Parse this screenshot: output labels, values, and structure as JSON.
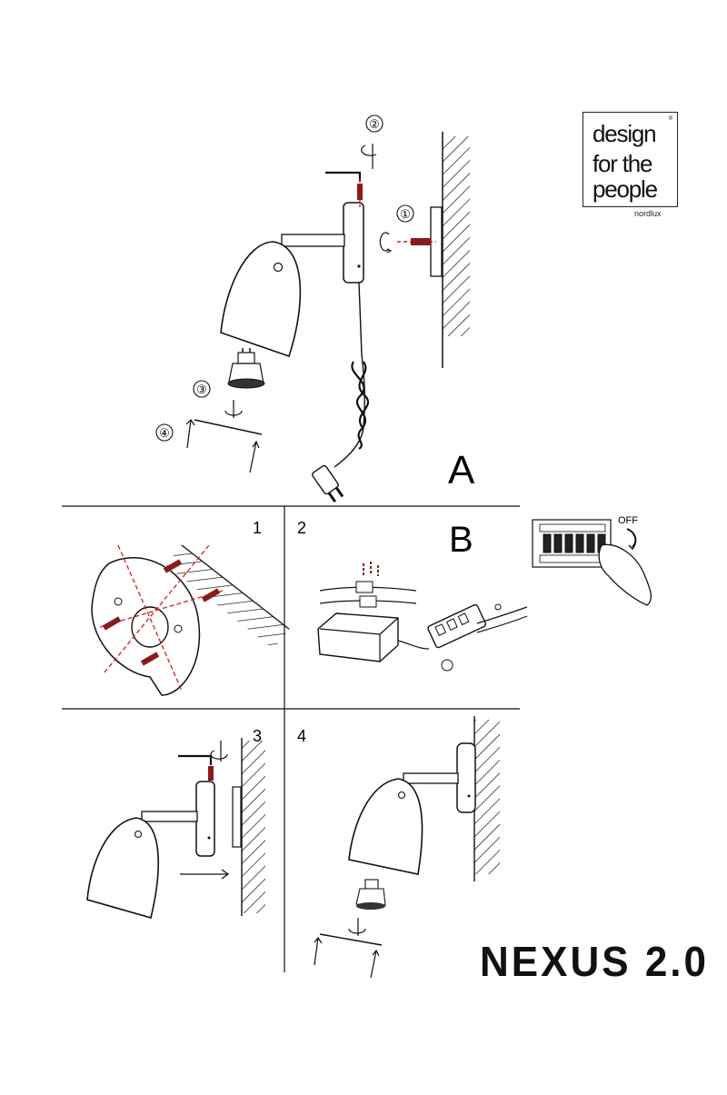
{
  "brand": {
    "logo_lines": [
      "design",
      "for the",
      "people"
    ],
    "registered_mark": "®",
    "company": "nordlux"
  },
  "product_name": "NEXUS 2.0",
  "section_a": {
    "label": "A",
    "steps": [
      "①",
      "②",
      "③",
      "④"
    ]
  },
  "section_b": {
    "label": "B",
    "panel_numbers": [
      "1",
      "2",
      "3",
      "4"
    ],
    "breaker_label": "OFF"
  },
  "colors": {
    "line": "#111111",
    "screw": "#8b1a1a",
    "dash": "#d02020"
  }
}
